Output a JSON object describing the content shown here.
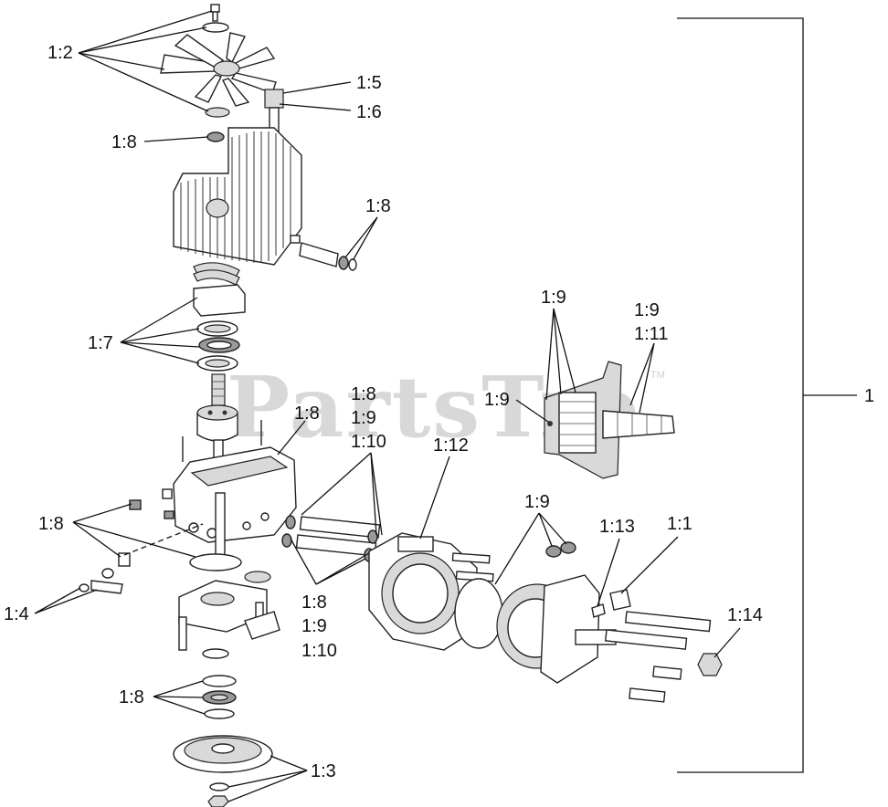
{
  "watermark": "PartsTre",
  "watermark_tm": "TM",
  "assembly_label": "1",
  "callouts": {
    "fan_hardware": "1:2",
    "item_1_5": "1:5",
    "item_1_6": "1:6",
    "seal_upper": "1:8",
    "seal_side": "1:8",
    "bearings": "1:7",
    "housing_seal": "1:8",
    "ports_top_a": "1:8",
    "ports_top_b": "1:9",
    "ports_top_c": "1:10",
    "center_section": "1:12",
    "motor_detail_left": "1:9",
    "motor_detail_top": "1:9",
    "motor_detail_right_a": "1:9",
    "motor_detail_right_b": "1:11",
    "fittings_left": "1:8",
    "links_left": "1:4",
    "ports_bottom_a": "1:8",
    "ports_bottom_b": "1:9",
    "ports_bottom_c": "1:10",
    "motor_plugs": "1:9",
    "key": "1:13",
    "bracket": "1:1",
    "nut": "1:14",
    "lower_bearing": "1:8",
    "pulley": "1:3"
  }
}
